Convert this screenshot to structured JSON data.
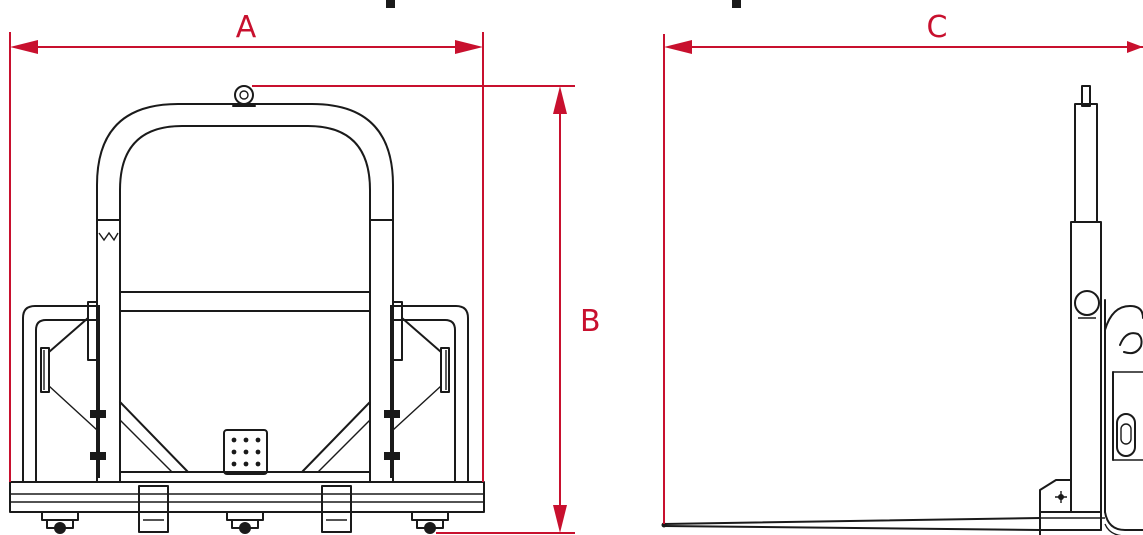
{
  "drawing": {
    "dimension_labels": {
      "a": "A",
      "b": "B",
      "c": "C"
    },
    "colors": {
      "dimension": "#c8102e",
      "outline": "#1a1a1a"
    }
  }
}
